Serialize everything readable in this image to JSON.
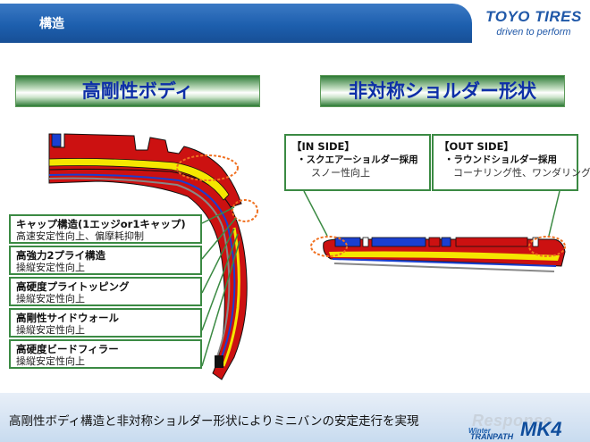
{
  "header": {
    "title": "構造",
    "brand_name": "TOYO TIRES",
    "brand_tagline": "driven to perform"
  },
  "sections": {
    "left_title": "高剛性ボディ",
    "right_title": "非対称ショルダー形状"
  },
  "features": [
    {
      "title": "キャップ構造(1エッジor1キャップ)",
      "desc": "高速安定性向上、偏摩耗抑制"
    },
    {
      "title": "高強力2プライ構造",
      "desc": "操縦安定性向上"
    },
    {
      "title": "高硬度プライトッピング",
      "desc": "操縦安定性向上"
    },
    {
      "title": "高剛性サイドウォール",
      "desc": "操縦安定性向上"
    },
    {
      "title": "高硬度ビードフィラー",
      "desc": "操縦安定性向上"
    }
  ],
  "shoulders": {
    "in_side": {
      "title": "【IN SIDE】",
      "line1": "・スクエアーショルダー採用",
      "line2": "スノー性向上"
    },
    "out_side": {
      "title": "【OUT SIDE】",
      "line1": "・ラウンドショルダー採用",
      "line2": "コーナリング性、ワンダリング性"
    }
  },
  "footer": {
    "text": "高剛性ボディ構造と非対称ショルダー形状によりミニバンの安定走行を実現",
    "watermark": "Response",
    "product_winter": "Winter",
    "product_name": "TRANPATH",
    "product_model": "MK4"
  },
  "colors": {
    "accent_blue": "#1d5fae",
    "box_green": "#3b8a43",
    "title_text": "#0e2fa8",
    "tire_red": "#cc1111",
    "tire_yellow": "#f5e600",
    "tire_blue": "#1a3fd0",
    "highlight_orange": "#f07020"
  }
}
